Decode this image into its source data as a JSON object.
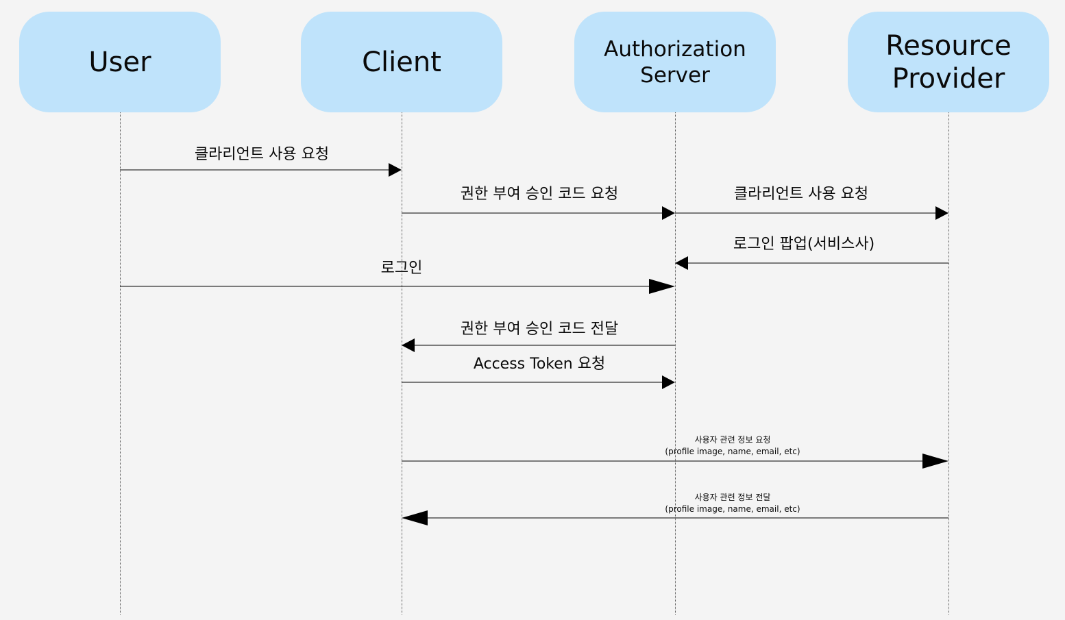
{
  "actors": {
    "user": "User",
    "client": "Client",
    "auth_server": "Authorization\nServer",
    "resource_provider": "Resource\nProvider"
  },
  "messages": [
    {
      "id": "m1",
      "from": "user",
      "to": "client",
      "label": "클라리언트 사용 요청"
    },
    {
      "id": "m2",
      "from": "client",
      "to": "auth_server",
      "label": "권한 부여 승인 코드 요청"
    },
    {
      "id": "m3",
      "from": "auth_server",
      "to": "resource_provider",
      "label": "클라리언트 사용 요청"
    },
    {
      "id": "m4",
      "from": "resource_provider",
      "to": "auth_server",
      "label": "로그인 팝업(서비스사)"
    },
    {
      "id": "m5",
      "from": "user",
      "to": "auth_server",
      "label": "로그인"
    },
    {
      "id": "m6",
      "from": "auth_server",
      "to": "client",
      "label": "권한 부여 승인 코드 전달"
    },
    {
      "id": "m7",
      "from": "client",
      "to": "auth_server",
      "label": "Access Token 요청"
    },
    {
      "id": "m8",
      "from": "client",
      "to": "resource_provider",
      "label": "사용자 관련 정보 요청\n(profile image, name, email, etc)"
    },
    {
      "id": "m9",
      "from": "resource_provider",
      "to": "client",
      "label": "사용자 관련 정보 전달\n(profile image, name, email, etc)"
    }
  ],
  "colors": {
    "actor_fill": "#bfe3fb",
    "background": "#f4f4f4",
    "line": "#000000"
  }
}
